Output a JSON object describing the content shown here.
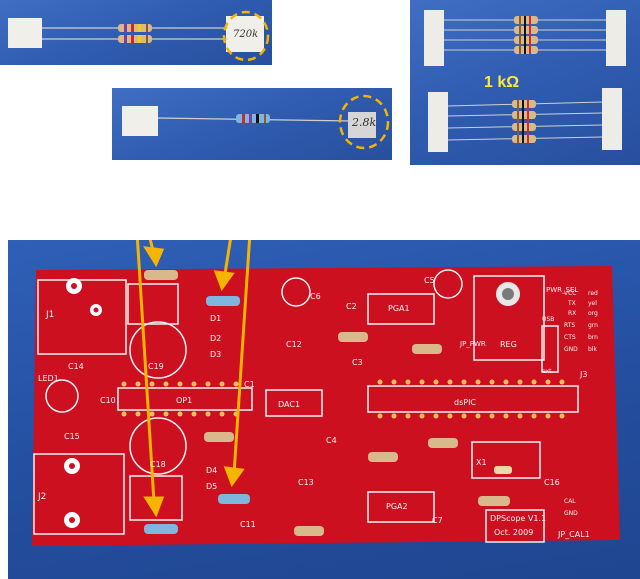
{
  "photos": {
    "top_left_note": "720k",
    "top_middle_note": "2.8k",
    "top_right_value": "1 kΩ"
  },
  "pcb": {
    "labels": [
      {
        "key": "j1",
        "text": "J1"
      },
      {
        "key": "j2",
        "text": "J2"
      },
      {
        "key": "led1",
        "text": "LED1"
      },
      {
        "key": "c14",
        "text": "C14"
      },
      {
        "key": "c10",
        "text": "C10"
      },
      {
        "key": "c15",
        "text": "C15"
      },
      {
        "key": "c19",
        "text": "C19"
      },
      {
        "key": "c18",
        "text": "C18"
      },
      {
        "key": "op1",
        "text": "OP1"
      },
      {
        "key": "d1",
        "text": "D1"
      },
      {
        "key": "d2",
        "text": "D2"
      },
      {
        "key": "d3",
        "text": "D3"
      },
      {
        "key": "d4",
        "text": "D4"
      },
      {
        "key": "d5",
        "text": "D5"
      },
      {
        "key": "c12",
        "text": "C12"
      },
      {
        "key": "c2",
        "text": "C2"
      },
      {
        "key": "c3",
        "text": "C3"
      },
      {
        "key": "c1",
        "text": "C1"
      },
      {
        "key": "c4",
        "text": "C4"
      },
      {
        "key": "c13",
        "text": "C13"
      },
      {
        "key": "c11",
        "text": "C11"
      },
      {
        "key": "c7",
        "text": "C7"
      },
      {
        "key": "c16",
        "text": "C16"
      },
      {
        "key": "c6",
        "text": "C6"
      },
      {
        "key": "c5",
        "text": "C5"
      },
      {
        "key": "dac1",
        "text": "DAC1"
      },
      {
        "key": "pga1",
        "text": "PGA1"
      },
      {
        "key": "pga2",
        "text": "PGA2"
      },
      {
        "key": "dspic",
        "text": "dsPIC"
      },
      {
        "key": "reg",
        "text": "REG"
      },
      {
        "key": "x1",
        "text": "X1"
      },
      {
        "key": "jp_pwr",
        "text": "JP_PWR"
      },
      {
        "key": "pwr_sel",
        "text": "PWR_SEL"
      },
      {
        "key": "usb",
        "text": "USB"
      },
      {
        "key": "ext",
        "text": "ext."
      },
      {
        "key": "vcc",
        "text": "VCC"
      },
      {
        "key": "tx",
        "text": "TX"
      },
      {
        "key": "rx",
        "text": "RX"
      },
      {
        "key": "rts",
        "text": "RTS"
      },
      {
        "key": "cts",
        "text": "CTS"
      },
      {
        "key": "gnd",
        "text": "GND"
      },
      {
        "key": "red",
        "text": "red"
      },
      {
        "key": "yel",
        "text": "yel"
      },
      {
        "key": "org",
        "text": "org"
      },
      {
        "key": "grn",
        "text": "grn"
      },
      {
        "key": "brn",
        "text": "brn"
      },
      {
        "key": "blk",
        "text": "blk"
      },
      {
        "key": "j3",
        "text": "J3"
      },
      {
        "key": "cal",
        "text": "CAL"
      },
      {
        "key": "gnd2",
        "text": "GND"
      },
      {
        "key": "jp_cal1",
        "text": "JP_CAL1"
      },
      {
        "key": "title",
        "text": "DPScope V1.1"
      },
      {
        "key": "date",
        "text": "Oct. 2009"
      }
    ]
  },
  "colors": {
    "photo_blue": "#2f5cb0",
    "pcb_red": "#cc1020",
    "silk": "#f3f3f3",
    "arrow": "#f4b400",
    "label_yellow": "#ffe838"
  }
}
